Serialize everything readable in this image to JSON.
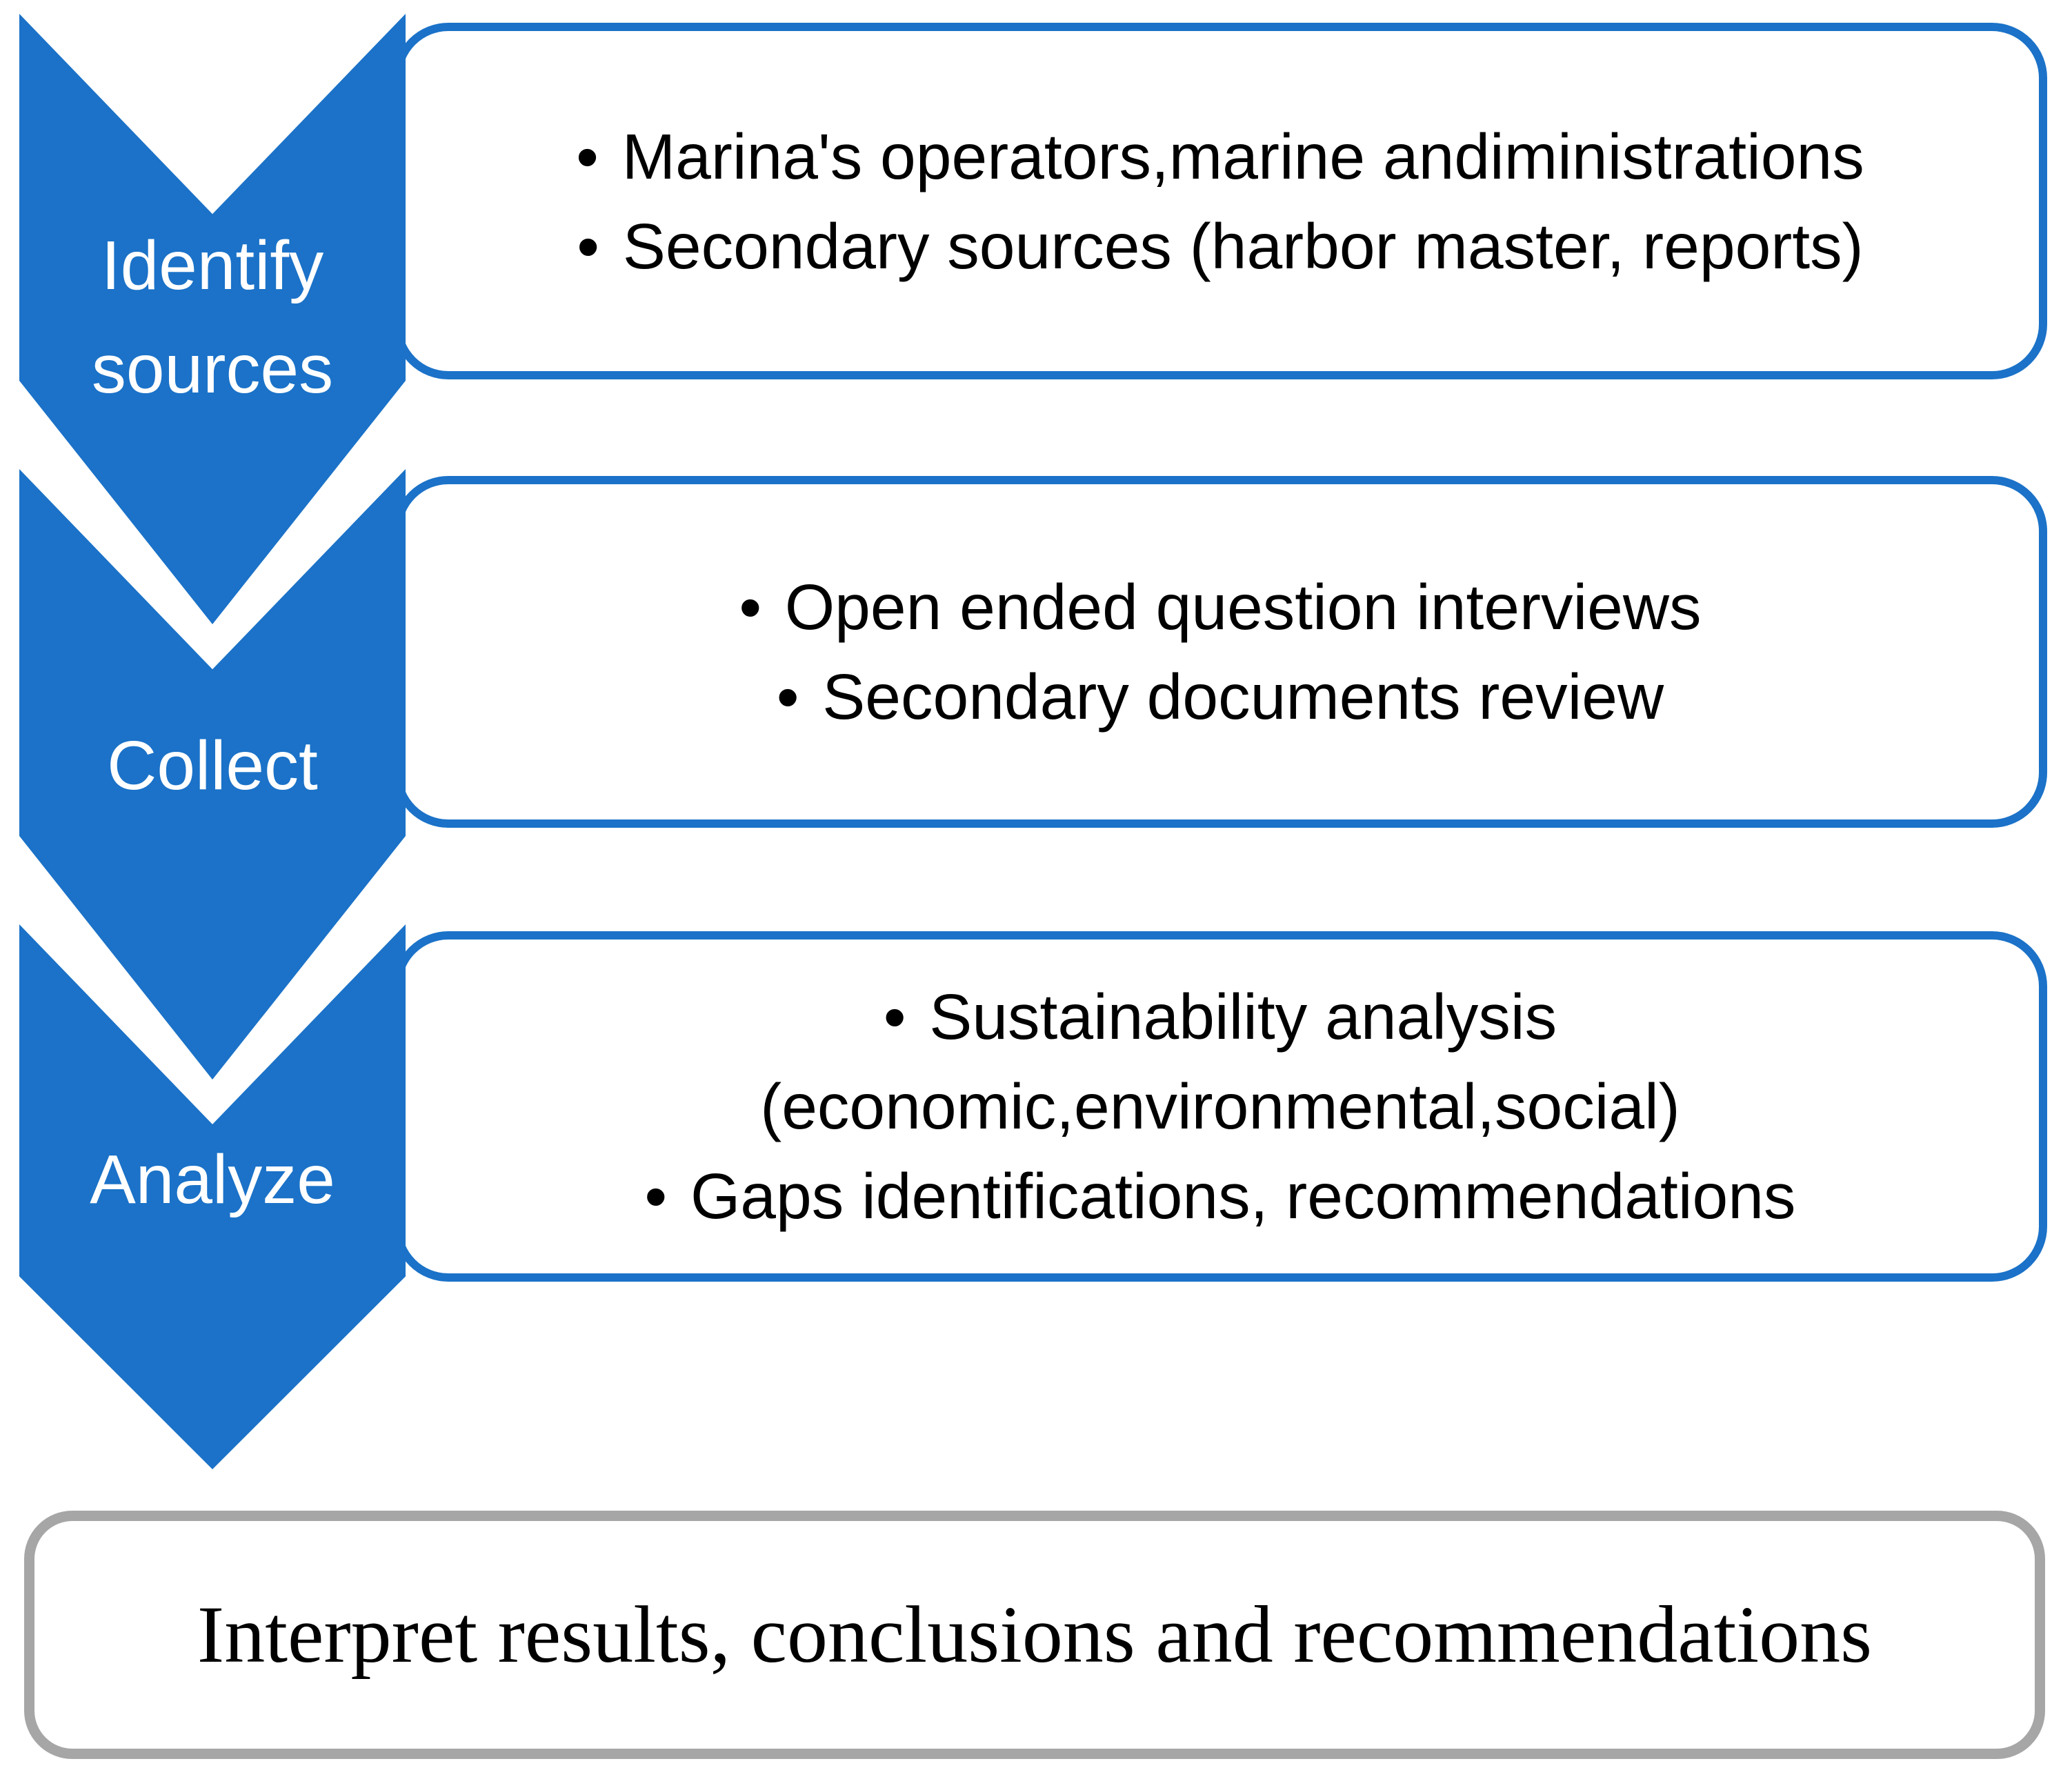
{
  "colors": {
    "accent_blue": "#1B72C8",
    "box_border_blue": "#1B72C8",
    "gray_border": "#A6A6A6",
    "text_black": "#000000",
    "label_white": "#FFFFFF",
    "background": "#FFFFFF"
  },
  "bullet_char": "•",
  "chevrons": [
    {
      "label": "Identify sources"
    },
    {
      "label": "Collect"
    },
    {
      "label": "Analyze"
    }
  ],
  "boxes": [
    {
      "lines": [
        {
          "bullet": true,
          "text": "Marina's operators,marine andiministrations"
        },
        {
          "bullet": true,
          "text": "Secondary sources (harbor master, reports)"
        }
      ]
    },
    {
      "lines": [
        {
          "bullet": true,
          "text": "Open ended question interviews"
        },
        {
          "bullet": true,
          "text": "Secondary documents review"
        }
      ]
    },
    {
      "lines": [
        {
          "bullet": true,
          "text": "Sustainability analysis"
        },
        {
          "bullet": false,
          "text": "(economic,environmental,social)"
        },
        {
          "bullet": true,
          "text": "Gaps identifications, recommendations"
        }
      ]
    }
  ],
  "footer": {
    "text": "Interpret results, conclusions and recommendations"
  }
}
